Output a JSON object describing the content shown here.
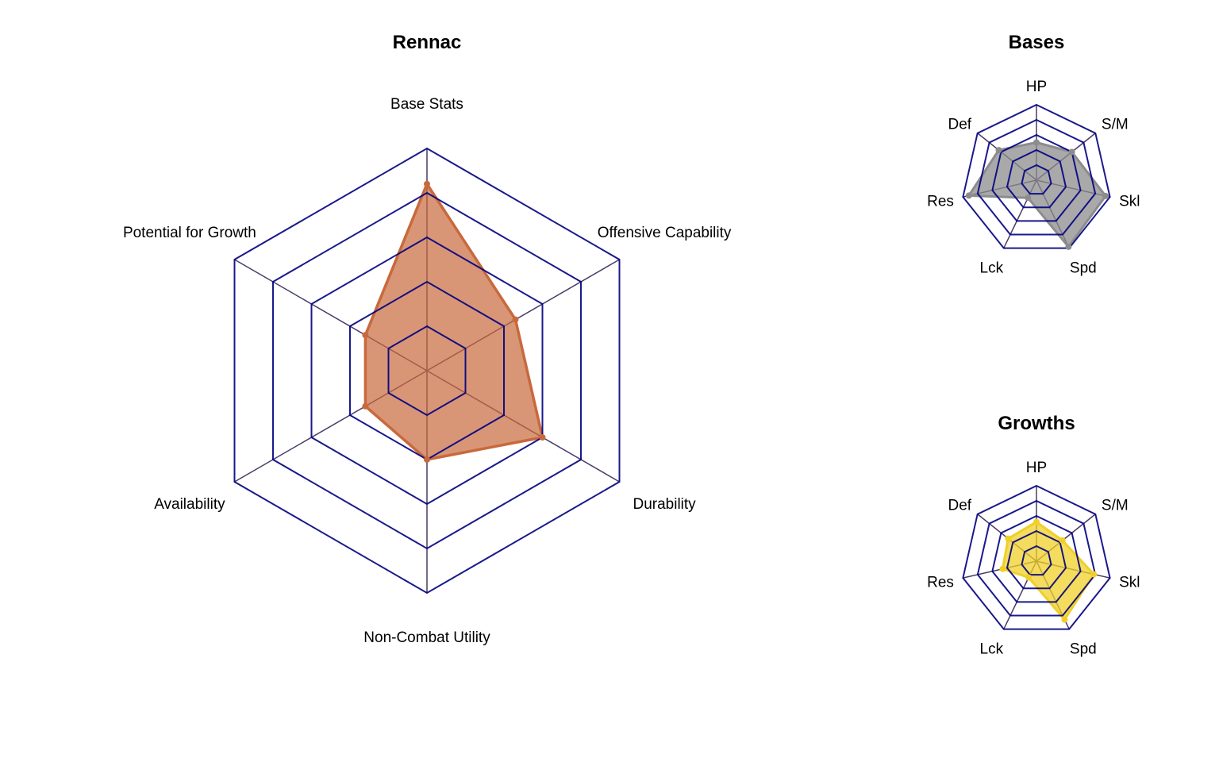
{
  "colors": {
    "grid": "#00007f",
    "spoke": "#4a3a66",
    "background": "#ffffff",
    "title": "#000000"
  },
  "chart_data": [
    {
      "type": "radar",
      "title": "Rennac",
      "axes": [
        "Base Stats",
        "Offensive Capability",
        "Durability",
        "Non-Combat Utility",
        "Availability",
        "Potential for Growth"
      ],
      "range": [
        0,
        5
      ],
      "rings": 5,
      "series": [
        {
          "values": [
            4.2,
            2.3,
            3.0,
            2.0,
            1.6,
            1.6
          ]
        }
      ],
      "fill": "#c8693c",
      "fill_opacity": 0.7,
      "stroke": "#c8693c"
    },
    {
      "type": "radar",
      "title": "Bases",
      "axes": [
        "HP",
        "S/M",
        "Skl",
        "Spd",
        "Lck",
        "Res",
        "Def"
      ],
      "range": [
        0,
        5
      ],
      "rings": 5,
      "series": [
        {
          "values": [
            2.5,
            3.0,
            4.7,
            4.9,
            1.3,
            4.6,
            3.2
          ]
        }
      ],
      "fill": "#8c8c8c",
      "fill_opacity": 0.75,
      "stroke": "#8c8c8c"
    },
    {
      "type": "radar",
      "title": "Growths",
      "axes": [
        "HP",
        "S/M",
        "Skl",
        "Spd",
        "Lck",
        "Res",
        "Def"
      ],
      "range": [
        0,
        5
      ],
      "rings": 5,
      "series": [
        {
          "values": [
            2.6,
            2.2,
            3.9,
            4.3,
            1.2,
            2.3,
            2.4
          ]
        }
      ],
      "fill": "#f0d028",
      "fill_opacity": 0.75,
      "stroke": "#f0d028"
    }
  ]
}
